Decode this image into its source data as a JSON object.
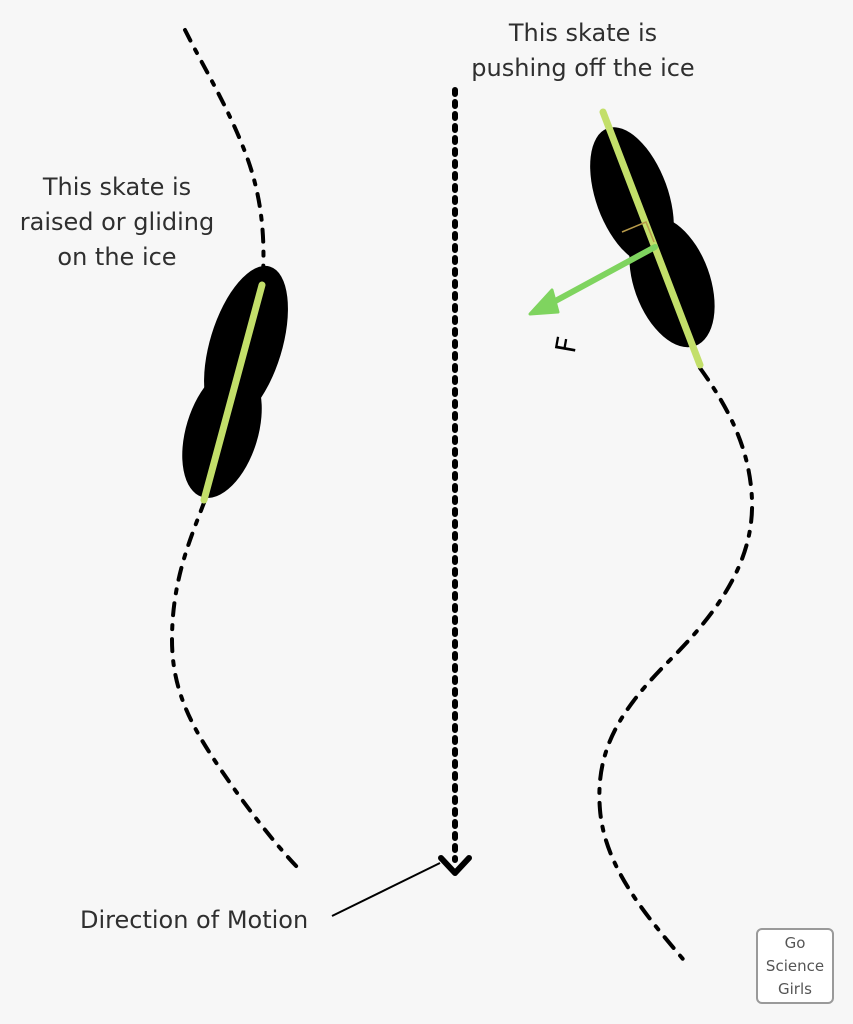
{
  "labels": {
    "left_skate": [
      "This skate is",
      "raised or gliding",
      "on the ice"
    ],
    "right_skate": [
      "This skate is",
      "pushing off the ice"
    ],
    "direction": "Direction of Motion",
    "force": "F"
  },
  "watermark": [
    "Go",
    "Science",
    "Girls"
  ],
  "colors": {
    "skate_blade": "#c3df6a",
    "force_arrow": "#7fd45f",
    "skate_body": "#000000",
    "path": "#000000",
    "text": "#2f2f2f"
  }
}
